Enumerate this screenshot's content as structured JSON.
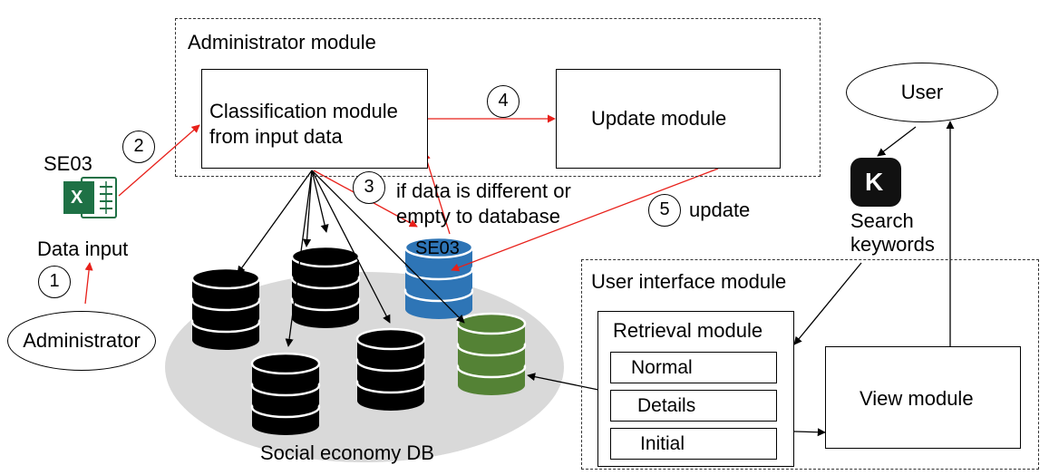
{
  "diagram": {
    "admin_module_label": "Administrator module",
    "classification_label_1": "Classification module",
    "classification_label_2": "from input data",
    "update_module_label": "Update module",
    "user_label": "User",
    "search_keywords_1": "Search",
    "search_keywords_2": "keywords",
    "search_icon_letter": "K",
    "excel_title": "SE03",
    "excel_icon_letter": "X",
    "data_input_label": "Data input",
    "administrator_label": "Administrator",
    "step1": "1",
    "step2": "2",
    "step3": "3",
    "step4": "4",
    "step5": "5",
    "step3_text_1": "if data is different or",
    "step3_text_2": "empty to database",
    "step5_text": "update",
    "blue_db_label": "SE03",
    "ui_module_label": "User interface module",
    "retrieval_module_label": "Retrieval module",
    "retrieval_options": [
      "Normal",
      "Details",
      "Initial"
    ],
    "view_module_label": "View module",
    "social_db_label": "Social economy DB"
  },
  "colors": {
    "arrow_red": "#e8201a",
    "excel_green": "#1e7145",
    "db_black": "#000000",
    "db_blue": "#2e75b6",
    "db_green": "#548235",
    "cloud_gray": "#d9d9d9"
  },
  "icons": [
    "excel-icon",
    "search-k-icon",
    "database-icon"
  ]
}
